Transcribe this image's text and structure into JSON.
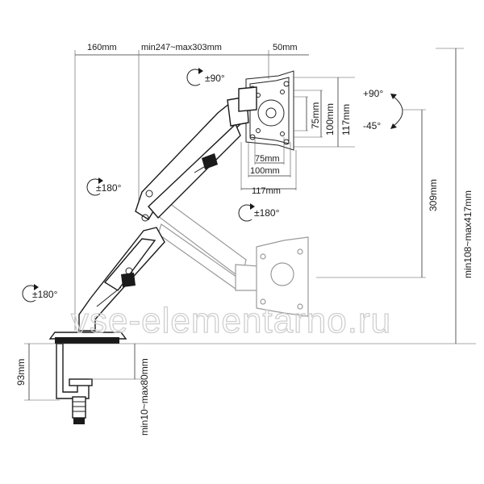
{
  "labels": {
    "base_offset": "160mm",
    "arm_reach": "min247~max303mm",
    "plate_offset": "50mm",
    "vesa_75_h": "75mm",
    "vesa_100_h": "100mm",
    "vesa_117_h": "117mm",
    "vesa_75_w": "75mm",
    "vesa_100_w": "100mm",
    "vesa_117_w": "117mm",
    "tilt_up": "+90°",
    "tilt_down": "-45°",
    "rotate_plate": "±90°",
    "swivel_head": "±180°",
    "swivel_elbow": "±180°",
    "swivel_base": "±180°",
    "vertical_travel": "309mm",
    "height_range": "min108~max417mm",
    "base_height": "93mm",
    "desk_thickness": "min10~max80mm"
  },
  "watermark": "vse-elementarno.ru"
}
